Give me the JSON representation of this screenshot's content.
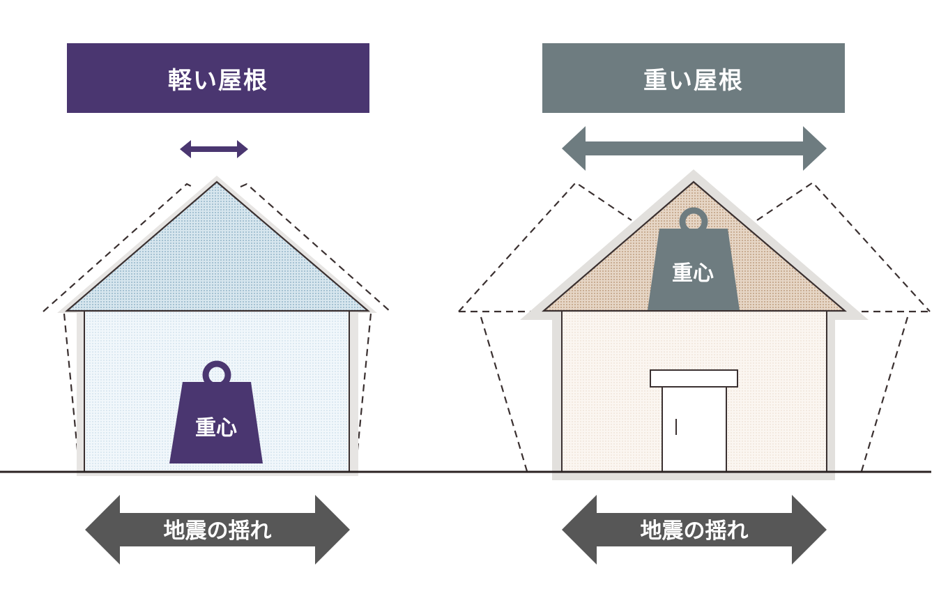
{
  "colors": {
    "light_accent": "#4a3670",
    "heavy_accent": "#6e7c80",
    "quake_arrow": "#575757",
    "light_roof_fill": "#c8dce6",
    "light_wall_fill": "#eef6fb",
    "heavy_roof_fill": "#d8c6b4",
    "heavy_wall_fill": "#f9f3ee",
    "outline": "#3a3030",
    "ground": "#2a2222"
  },
  "left_house": {
    "title": "軽い屋根",
    "weight_label": "重心",
    "quake_label": "地震の揺れ",
    "roof_sway": "small"
  },
  "right_house": {
    "title": "重い屋根",
    "weight_label": "重心",
    "quake_label": "地震の揺れ",
    "roof_sway": "large"
  }
}
